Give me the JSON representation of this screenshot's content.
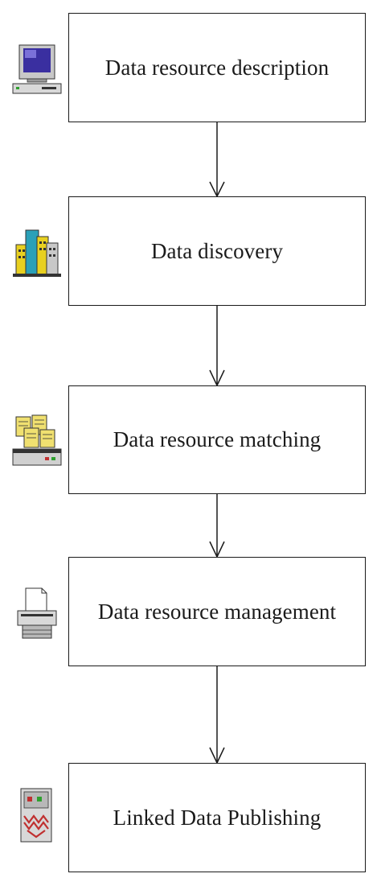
{
  "flow": {
    "steps": [
      {
        "label": "Data resource description",
        "icon": "computer-icon"
      },
      {
        "label": "Data discovery",
        "icon": "city-buildings-icon"
      },
      {
        "label": "Data resource matching",
        "icon": "document-tray-icon"
      },
      {
        "label": "Data resource management",
        "icon": "printer-icon"
      },
      {
        "label": "Linked Data Publishing",
        "icon": "server-tower-icon"
      }
    ]
  },
  "colors": {
    "stroke": "#1a1a1a",
    "background": "#ffffff"
  }
}
